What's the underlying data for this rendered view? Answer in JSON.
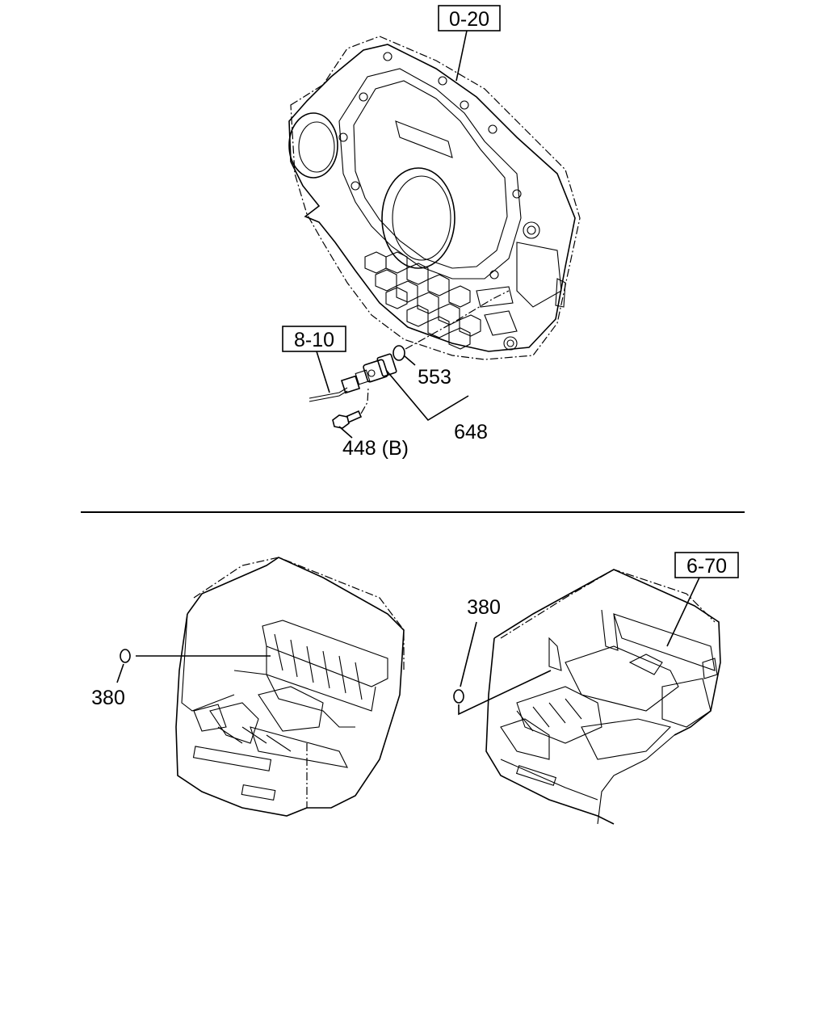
{
  "top_figure": {
    "ref_box_housing": "0-20",
    "ref_box_harness": "8-10",
    "part_oring": "553",
    "part_sensor": "648",
    "part_bolt": "448 (B)"
  },
  "bottom_figure": {
    "ref_box_cab": "6-70",
    "part_plug_left": "380",
    "part_plug_right": "380"
  }
}
